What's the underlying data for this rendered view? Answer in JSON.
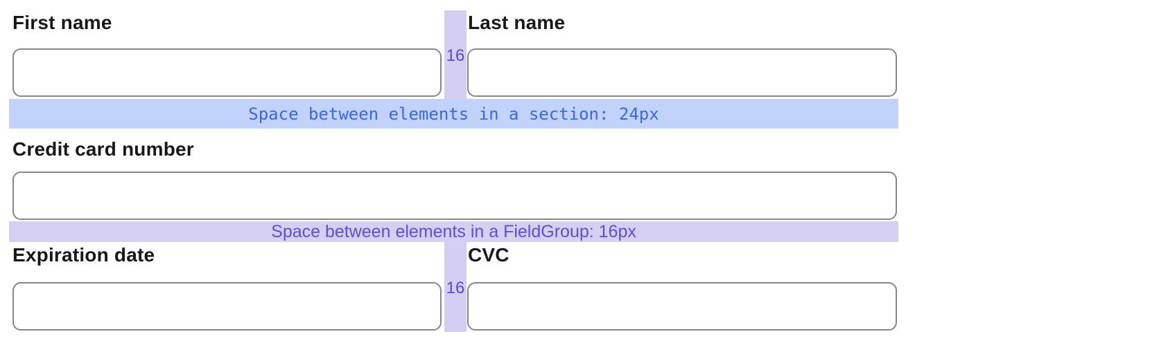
{
  "fields": {
    "first_name": {
      "label": "First name",
      "value": ""
    },
    "last_name": {
      "label": "Last name",
      "value": ""
    },
    "credit_card_number": {
      "label": "Credit card number",
      "value": ""
    },
    "expiration_date": {
      "label": "Expiration date",
      "value": ""
    },
    "cvc": {
      "label": "CVC",
      "value": ""
    }
  },
  "annotations": {
    "section_spacing_band": {
      "text": "Space between elements in a section: 24px",
      "background_color": "#c2d3fb",
      "text_color": "#3a66ef"
    },
    "fieldgroup_spacing_band": {
      "text": "Space between elements in a FieldGroup: 16px",
      "background_color": "#d5d0f2",
      "text_color": "#5b4fd8"
    },
    "column_gap_top": {
      "text": "16"
    },
    "column_gap_bottom": {
      "text": "16"
    },
    "gap_strip_color": "#d4cef3",
    "gap_label_color": "#5449da"
  }
}
